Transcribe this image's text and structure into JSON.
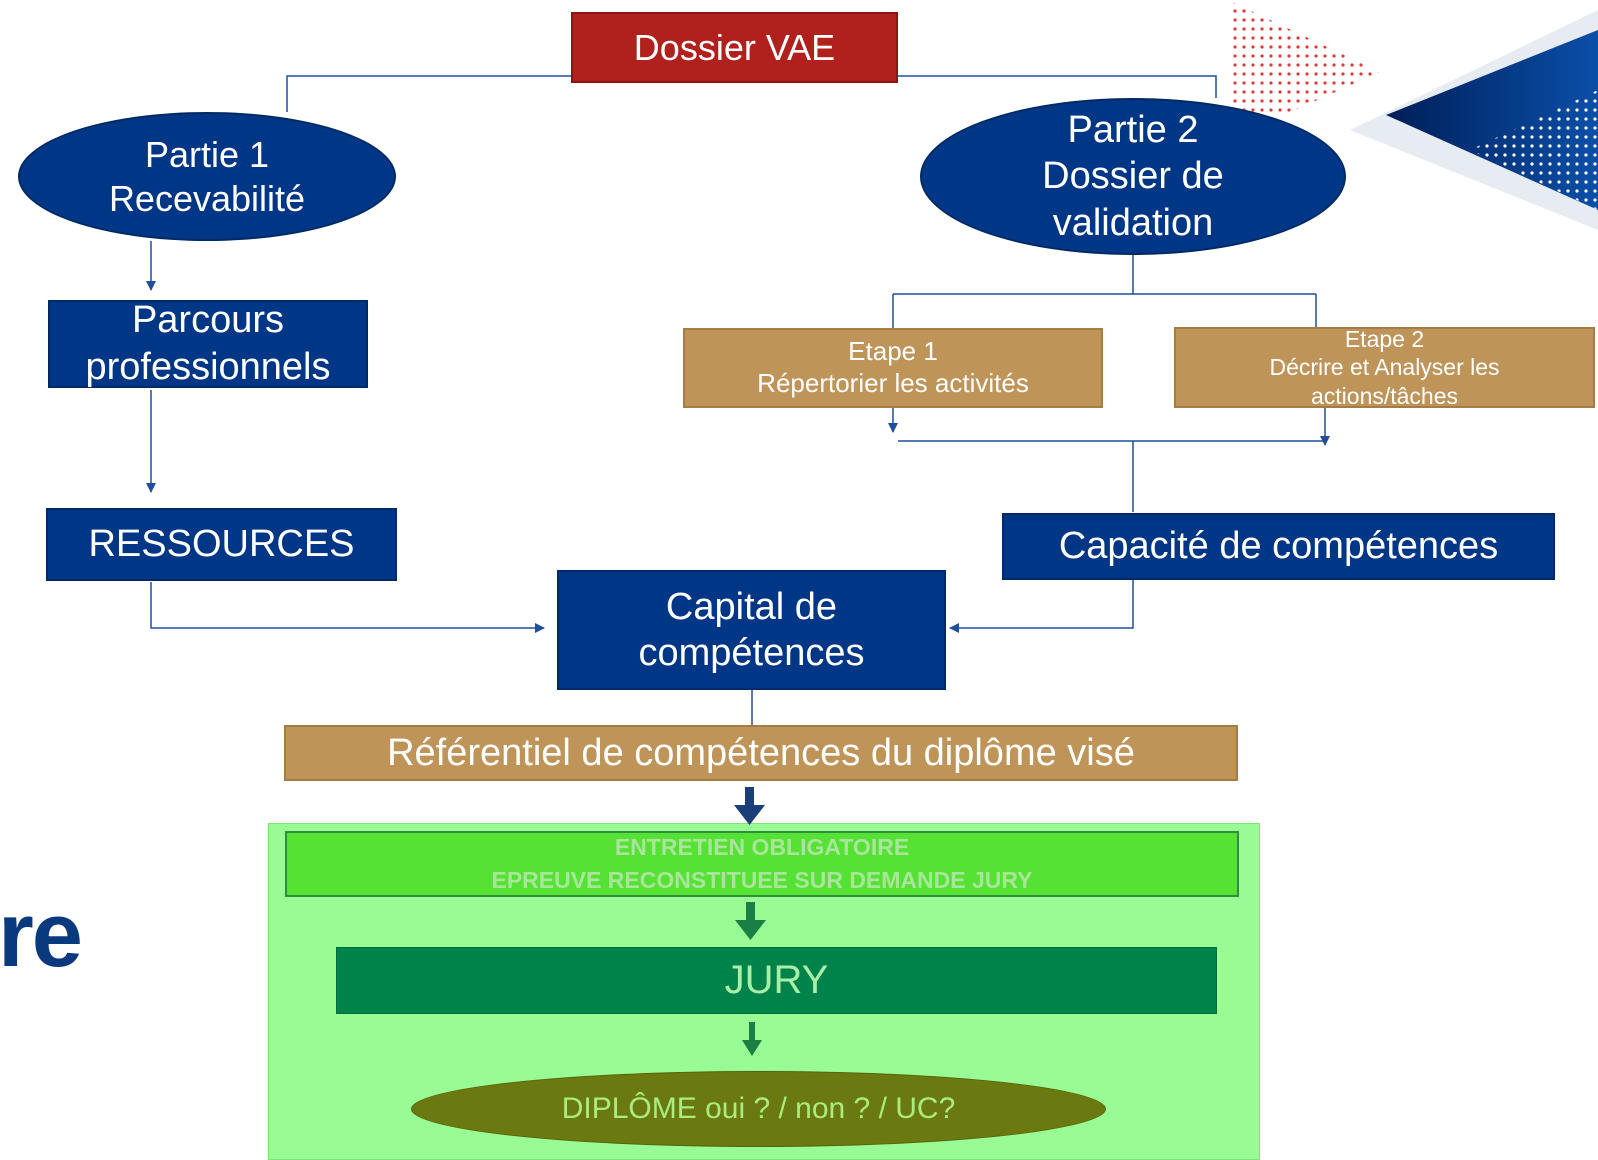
{
  "nodes": {
    "dossier": "Dossier VAE",
    "partie1": "Partie 1\nRecevabilité",
    "parcours": "Parcours\nprofessionnels",
    "ressources": "RESSOURCES",
    "partie2": "Partie 2\nDossier de\nvalidation",
    "etape1": "Etape 1\nRépertorier les activités",
    "etape2": "Etape 2\nDécrire et Analyser les\nactions/tâches",
    "capacite": "Capacité de compétences",
    "capital": "Capital de\ncompétences",
    "referentiel": "Référentiel de compétences du diplôme visé",
    "entretien": "ENTRETIEN OBLIGATOIRE\nEPREUVE RECONSTITUEE SUR DEMANDE JURY",
    "jury": "JURY",
    "diplome": "DIPLÔME oui ? / non ? / UC?"
  },
  "background_text": "re",
  "colors": {
    "navy": "#003686",
    "tan": "#be9459",
    "red": "#b0201c",
    "light_green_panel": "#99fb94",
    "bright_green": "#55e235",
    "dark_green": "#00834a",
    "olive": "#6a7a10",
    "line": "#1f4e9c"
  }
}
